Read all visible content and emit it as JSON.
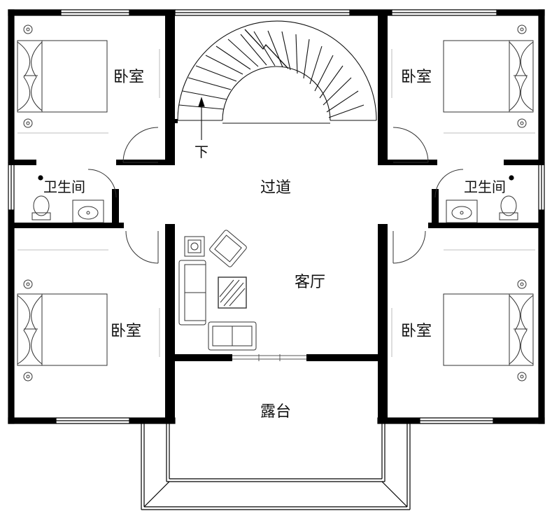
{
  "rooms": {
    "bedroom_top_left": "卧室",
    "bedroom_top_right": "卧室",
    "bedroom_bottom_left": "卧室",
    "bedroom_bottom_right": "卧室",
    "bathroom_left": "卫生间",
    "bathroom_right": "卫生间",
    "corridor": "过道",
    "living_room": "客厅",
    "terrace": "露台"
  },
  "stair": {
    "direction_label": "下"
  },
  "colors": {
    "wall": "#000000",
    "line": "#222222",
    "thin": "#666666",
    "background": "#ffffff"
  }
}
